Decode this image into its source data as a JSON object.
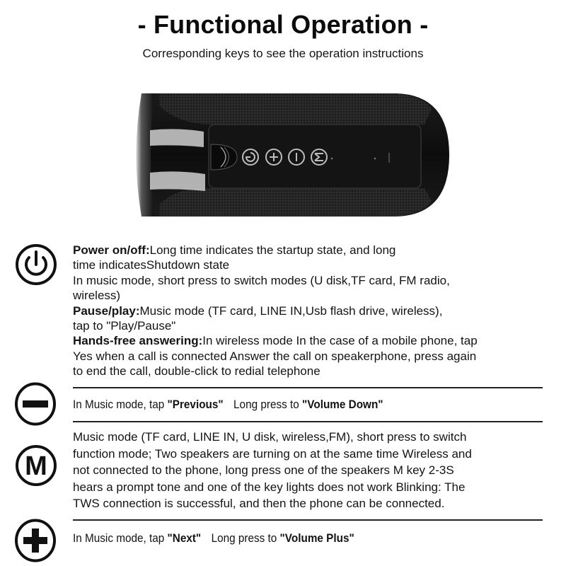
{
  "header": {
    "title": "- Functional Operation -",
    "subtitle": "Corresponding keys to see the operation instructions"
  },
  "product_image": {
    "description": "black cylindrical wireless speaker with button panel",
    "panel_buttons": [
      "power-icon",
      "plus-icon",
      "minus-icon",
      "m-icon"
    ]
  },
  "sections": {
    "power": {
      "icon": "power-icon",
      "lines": [
        {
          "bold": "Power on/off:",
          "text": "Long time indicates the startup state, and long"
        },
        {
          "bold": "",
          "text": "time indicatesShutdown state"
        },
        {
          "bold": "",
          "text": "In music mode, short press to switch modes (U disk,TF card, FM radio,"
        },
        {
          "bold": "",
          "text": "wireless)"
        },
        {
          "bold": "Pause/play:",
          "text": "Music mode (TF card, LINE IN,Usb flash drive, wireless),"
        },
        {
          "bold": "",
          "text": "tap to \"Play/Pause\""
        },
        {
          "bold": "Hands-free answering:",
          "text": "In wireless mode In the case of a mobile phone, tap"
        },
        {
          "bold": "",
          "text": "Yes when a call is connected Answer the call on speakerphone, press again"
        },
        {
          "bold": "",
          "text": "to end the call, double-click to redial telephone"
        }
      ]
    },
    "minus": {
      "icon": "minus-icon",
      "prefix": "In Music mode, tap ",
      "bold1": "\"Previous\"",
      "middle": "Long press to ",
      "bold2": "\"Volume Down\""
    },
    "mode": {
      "icon": "m-icon",
      "lines": [
        "Music mode (TF card, LINE IN, U disk, wireless,FM), short press to switch",
        "function mode; Two speakers are turning on at the same time Wireless and",
        "not connected to the phone, long press one of the speakers M key 2-3S",
        "hears a prompt tone and one of the key lights does not work Blinking: The",
        "TWS connection is successful, and then the phone can be connected."
      ]
    },
    "plus": {
      "icon": "plus-icon",
      "prefix": "In Music mode, tap ",
      "bold1": "\"Next\"",
      "middle": "Long press to ",
      "bold2": "\"Volume Plus\""
    }
  }
}
